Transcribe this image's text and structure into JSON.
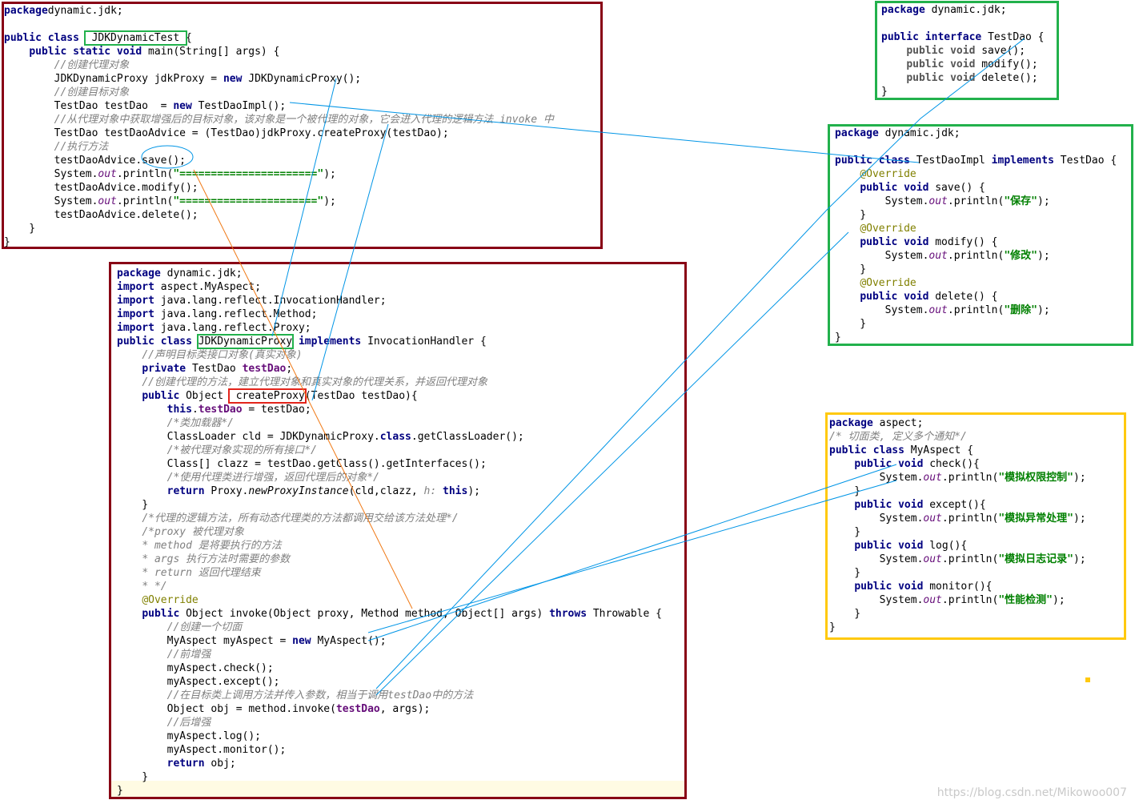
{
  "colors": {
    "dark_red_frame": "#880015",
    "green_frame": "#22b14c",
    "yellow_frame": "#ffc90e",
    "red_highlight": "#e3241b",
    "blue_arrow": "#0095e6",
    "orange_arrow": "#f07814",
    "keyword": "#000080",
    "comment": "#808080",
    "string": "#008000",
    "annotation": "#808000",
    "field": "#660e7a"
  },
  "panel_jdkdynamictest": {
    "lines": [
      [
        [
          "kw",
          "package"
        ],
        [
          "",
          "dynamic.jdk;"
        ]
      ],
      [],
      [
        [
          "kw",
          "public class "
        ],
        [
          "hl",
          " JDKDynamicTest "
        ],
        [
          "",
          "{"
        ]
      ],
      [
        [
          "",
          "    "
        ],
        [
          "kw",
          "public static void "
        ],
        [
          "",
          "main(String[] args) {"
        ]
      ],
      [
        [
          "",
          "        "
        ],
        [
          "cm",
          "//创建代理对象"
        ]
      ],
      [
        [
          "",
          "        JDKDynamicProxy jdkProxy = "
        ],
        [
          "kw",
          "new "
        ],
        [
          "",
          "JDKDynamicProxy();"
        ]
      ],
      [
        [
          "",
          "        "
        ],
        [
          "cm",
          "//创建目标对象"
        ]
      ],
      [
        [
          "",
          "        TestDao testDao  = "
        ],
        [
          "kw",
          "new "
        ],
        [
          "",
          "TestDaoImpl();"
        ]
      ],
      [
        [
          "",
          "        "
        ],
        [
          "cm",
          "//从代理对象中获取增强后的目标对象，该对象是一个被代理的对象，它会进入代理的逻辑方法 invoke 中"
        ]
      ],
      [
        [
          "",
          "        TestDao testDaoAdvice = (TestDao)jdkProxy.createProxy(testDao);"
        ]
      ],
      [
        [
          "",
          "        "
        ],
        [
          "cm",
          "//执行方法"
        ]
      ],
      [
        [
          "",
          "        testDaoAdvice.save();"
        ]
      ],
      [
        [
          "",
          "        System."
        ],
        [
          "fdi",
          "out"
        ],
        [
          "",
          ".println("
        ],
        [
          "st",
          "\"======================\""
        ],
        [
          "",
          ");"
        ]
      ],
      [
        [
          "",
          "        testDaoAdvice.modify();"
        ]
      ],
      [
        [
          "",
          "        System."
        ],
        [
          "fdi",
          "out"
        ],
        [
          "",
          ".println("
        ],
        [
          "st",
          "\"======================\""
        ],
        [
          "",
          ");"
        ]
      ],
      [
        [
          "",
          "        testDaoAdvice.delete();"
        ]
      ],
      [
        [
          "",
          "    }"
        ]
      ],
      [
        [
          "",
          "}"
        ]
      ]
    ]
  },
  "panel_testdao": {
    "lines": [
      [
        [
          "kw",
          "package "
        ],
        [
          "",
          "dynamic.jdk;"
        ]
      ],
      [],
      [
        [
          "kw",
          "public interface "
        ],
        [
          "",
          "TestDao {"
        ]
      ],
      [
        [
          "",
          "    "
        ],
        [
          "kwg",
          "public void "
        ],
        [
          "",
          "save();"
        ]
      ],
      [
        [
          "",
          "    "
        ],
        [
          "kwg",
          "public void "
        ],
        [
          "",
          "modify();"
        ]
      ],
      [
        [
          "",
          "    "
        ],
        [
          "kwg",
          "public void "
        ],
        [
          "",
          "delete();"
        ]
      ],
      [
        [
          "",
          "}"
        ]
      ]
    ]
  },
  "panel_testdaoimpl": {
    "lines": [
      [
        [
          "kw",
          "package "
        ],
        [
          "",
          "dynamic.jdk;"
        ]
      ],
      [],
      [
        [
          "kw",
          "public class "
        ],
        [
          "",
          "TestDaoImpl "
        ],
        [
          "kw",
          "implements "
        ],
        [
          "",
          "TestDao {"
        ]
      ],
      [
        [
          "",
          "    "
        ],
        [
          "an",
          "@Override"
        ]
      ],
      [
        [
          "",
          "    "
        ],
        [
          "kw",
          "public void "
        ],
        [
          "",
          "save() {"
        ]
      ],
      [
        [
          "",
          "        System."
        ],
        [
          "fdi",
          "out"
        ],
        [
          "",
          ".println("
        ],
        [
          "st",
          "\"保存\""
        ],
        [
          "",
          ");"
        ]
      ],
      [
        [
          "",
          "    }"
        ]
      ],
      [
        [
          "",
          "    "
        ],
        [
          "an",
          "@Override"
        ]
      ],
      [
        [
          "",
          "    "
        ],
        [
          "kw",
          "public void "
        ],
        [
          "",
          "modify() {"
        ]
      ],
      [
        [
          "",
          "        System."
        ],
        [
          "fdi",
          "out"
        ],
        [
          "",
          ".println("
        ],
        [
          "st",
          "\"修改\""
        ],
        [
          "",
          ");"
        ]
      ],
      [
        [
          "",
          "    }"
        ]
      ],
      [
        [
          "",
          "    "
        ],
        [
          "an",
          "@Override"
        ]
      ],
      [
        [
          "",
          "    "
        ],
        [
          "kw",
          "public void "
        ],
        [
          "",
          "delete() {"
        ]
      ],
      [
        [
          "",
          "        System."
        ],
        [
          "fdi",
          "out"
        ],
        [
          "",
          ".println("
        ],
        [
          "st",
          "\"删除\""
        ],
        [
          "",
          ");"
        ]
      ],
      [
        [
          "",
          "    }"
        ]
      ],
      [
        [
          "",
          "}"
        ]
      ]
    ]
  },
  "panel_jdkdynamicproxy": {
    "lines": [
      [
        [
          "kw",
          "package "
        ],
        [
          "",
          "dynamic.jdk;"
        ]
      ],
      [
        [
          "kw",
          "import "
        ],
        [
          "",
          "aspect.MyAspect;"
        ]
      ],
      [
        [
          "kw",
          "import "
        ],
        [
          "",
          "java.lang.reflect.InvocationHandler;"
        ]
      ],
      [
        [
          "kw",
          "import "
        ],
        [
          "",
          "java.lang.reflect.Method;"
        ]
      ],
      [
        [
          "kw",
          "import "
        ],
        [
          "",
          "java.lang.reflect.Proxy;"
        ]
      ],
      [
        [
          "kw",
          "public class "
        ],
        [
          "hl",
          "JDKDynamicProxy"
        ],
        [
          "",
          ""
        ],
        [
          "kw",
          " implements "
        ],
        [
          "",
          "InvocationHandler {"
        ]
      ],
      [
        [
          "",
          "    "
        ],
        [
          "cm",
          "//声明目标类接口对象(真实对象)"
        ]
      ],
      [
        [
          "",
          "    "
        ],
        [
          "kw",
          "private "
        ],
        [
          "",
          "TestDao "
        ],
        [
          "fd",
          "testDao"
        ],
        [
          "",
          ";"
        ]
      ],
      [
        [
          "",
          "    "
        ],
        [
          "cm",
          "//创建代理的方法，建立代理对象和真实对象的代理关系，并返回代理对象"
        ]
      ],
      [
        [
          "",
          "    "
        ],
        [
          "kw",
          "public "
        ],
        [
          "",
          "Object "
        ],
        [
          "hlred",
          " createProxy"
        ],
        [
          "",
          "(TestDao testDao){"
        ]
      ],
      [
        [
          "",
          "        "
        ],
        [
          "kw",
          "this"
        ],
        [
          "",
          "."
        ],
        [
          "fd",
          "testDao"
        ],
        [
          "",
          " = testDao;"
        ]
      ],
      [
        [
          "",
          "        "
        ],
        [
          "cm",
          "/*类加载器*/"
        ]
      ],
      [
        [
          "",
          "        ClassLoader cld = JDKDynamicProxy."
        ],
        [
          "kw",
          "class"
        ],
        [
          "",
          ".getClassLoader();"
        ]
      ],
      [
        [
          "",
          "        "
        ],
        [
          "cm",
          "/*被代理对象实现的所有接口*/"
        ]
      ],
      [
        [
          "",
          "        Class[] clazz = testDao.getClass().getInterfaces();"
        ]
      ],
      [
        [
          "",
          "        "
        ],
        [
          "cm",
          "/*使用代理类进行增强，返回代理后的对象*/"
        ]
      ],
      [
        [
          "",
          "        "
        ],
        [
          "kw",
          "return "
        ],
        [
          "",
          "Proxy."
        ],
        [
          "it",
          "newProxyInstance"
        ],
        [
          "",
          "(cld,clazz, "
        ],
        [
          "cm",
          "h: "
        ],
        [
          "kw",
          "this"
        ],
        [
          "",
          ");"
        ]
      ],
      [
        [
          "",
          "    }"
        ]
      ],
      [
        [
          "",
          "    "
        ],
        [
          "cm",
          "/*代理的逻辑方法，所有动态代理类的方法都调用交给该方法处理*/"
        ]
      ],
      [
        [
          "",
          "    "
        ],
        [
          "cm",
          "/*proxy 被代理对象"
        ]
      ],
      [
        [
          "",
          "    "
        ],
        [
          "cm",
          "* method 是将要执行的方法"
        ]
      ],
      [
        [
          "",
          "    "
        ],
        [
          "cm",
          "* args 执行方法时需要的参数"
        ]
      ],
      [
        [
          "",
          "    "
        ],
        [
          "cm",
          "* return 返回代理结束"
        ]
      ],
      [
        [
          "",
          "    "
        ],
        [
          "cm",
          "* */"
        ]
      ],
      [
        [
          "",
          "    "
        ],
        [
          "an",
          "@Override"
        ]
      ],
      [
        [
          "",
          "    "
        ],
        [
          "kw",
          "public "
        ],
        [
          "",
          "Object invoke(Object proxy, Method method, Object[] args) "
        ],
        [
          "kw",
          "throws "
        ],
        [
          "",
          "Throwable {"
        ]
      ],
      [
        [
          "",
          "        "
        ],
        [
          "cm",
          "//创建一个切面"
        ]
      ],
      [
        [
          "",
          "        MyAspect myAspect = "
        ],
        [
          "kw",
          "new "
        ],
        [
          "",
          "MyAspect();"
        ]
      ],
      [
        [
          "",
          "        "
        ],
        [
          "cm",
          "//前增强"
        ]
      ],
      [
        [
          "",
          "        myAspect.check();"
        ]
      ],
      [
        [
          "",
          "        myAspect.except();"
        ]
      ],
      [
        [
          "",
          "        "
        ],
        [
          "cm",
          "//在目标类上调用方法并传入参数，相当于调用testDao中的方法"
        ]
      ],
      [
        [
          "",
          "        Object obj = method.invoke("
        ],
        [
          "fd",
          "testDao"
        ],
        [
          "",
          ", args);"
        ]
      ],
      [
        [
          "",
          "        "
        ],
        [
          "cm",
          "//后增强"
        ]
      ],
      [
        [
          "",
          "        myAspect.log();"
        ]
      ],
      [
        [
          "",
          "        myAspect.monitor();"
        ]
      ],
      [
        [
          "",
          "        "
        ],
        [
          "kw",
          "return "
        ],
        [
          "",
          "obj;"
        ]
      ],
      [
        [
          "",
          "    }"
        ]
      ],
      [
        [
          "",
          "}"
        ]
      ]
    ]
  },
  "panel_myaspect": {
    "lines": [
      [
        [
          "kw",
          "package "
        ],
        [
          "",
          "aspect;"
        ]
      ],
      [
        [
          "cm",
          "/* 切面类, 定义多个通知*/"
        ]
      ],
      [
        [
          "kw",
          "public class "
        ],
        [
          "",
          "MyAspect {"
        ]
      ],
      [
        [
          "",
          "    "
        ],
        [
          "kw",
          "public void "
        ],
        [
          "",
          "check(){"
        ]
      ],
      [
        [
          "",
          "        System."
        ],
        [
          "fdi",
          "out"
        ],
        [
          "",
          ".println("
        ],
        [
          "st",
          "\"模拟权限控制\""
        ],
        [
          "",
          ");"
        ]
      ],
      [
        [
          "",
          "    }"
        ]
      ],
      [
        [
          "",
          "    "
        ],
        [
          "kw",
          "public void "
        ],
        [
          "",
          "except(){"
        ]
      ],
      [
        [
          "",
          "        System."
        ],
        [
          "fdi",
          "out"
        ],
        [
          "",
          ".println("
        ],
        [
          "st",
          "\"模拟异常处理\""
        ],
        [
          "",
          ");"
        ]
      ],
      [
        [
          "",
          "    }"
        ]
      ],
      [
        [
          "",
          "    "
        ],
        [
          "kw",
          "public void "
        ],
        [
          "",
          "log(){"
        ]
      ],
      [
        [
          "",
          "        System."
        ],
        [
          "fdi",
          "out"
        ],
        [
          "",
          ".println("
        ],
        [
          "st",
          "\"模拟日志记录\""
        ],
        [
          "",
          ");"
        ]
      ],
      [
        [
          "",
          "    }"
        ]
      ],
      [
        [
          "",
          "    "
        ],
        [
          "kw",
          "public void "
        ],
        [
          "",
          "monitor(){"
        ]
      ],
      [
        [
          "",
          "        System."
        ],
        [
          "fdi",
          "out"
        ],
        [
          "",
          ".println("
        ],
        [
          "st",
          "\"性能检测\""
        ],
        [
          "",
          ");"
        ]
      ],
      [
        [
          "",
          "    }"
        ]
      ],
      [
        [
          "",
          "}"
        ]
      ]
    ]
  },
  "watermark": "https://blog.csdn.net/Mikowoo007"
}
